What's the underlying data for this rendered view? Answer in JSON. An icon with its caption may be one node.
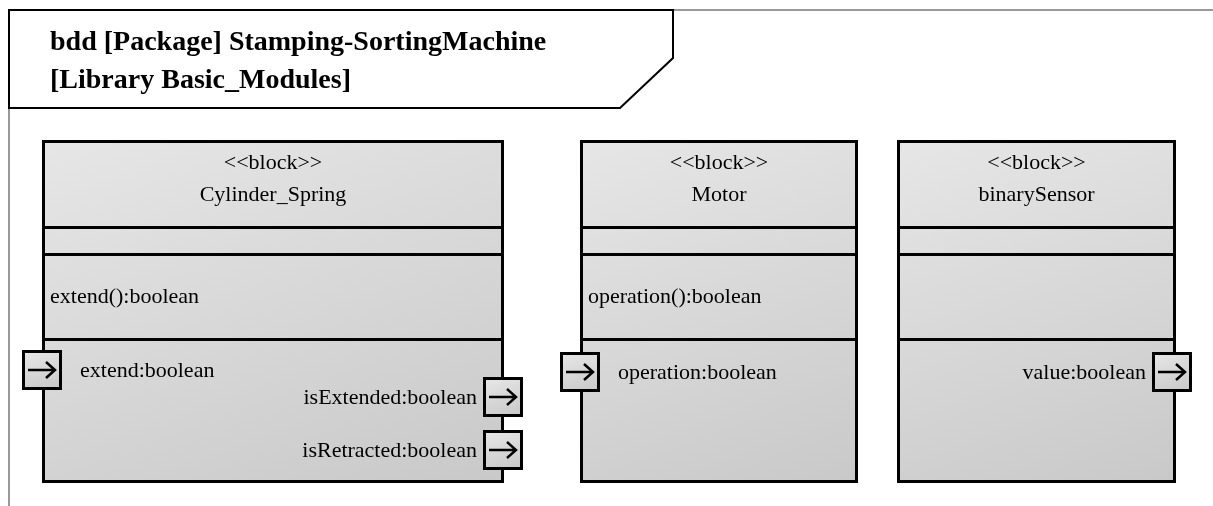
{
  "diagram": {
    "title": "bdd [Package] Stamping-SortingMachine [Library Basic_Modules]",
    "nodes": [
      {
        "text": [
          "<<block>>",
          "Cylinder_Spring",
          "extend():boolean"
        ]
      },
      {
        "text": [
          "<<block>>",
          "Motor",
          "operation():boolean"
        ]
      },
      {
        "text": [
          "<<block>>",
          "binarySensor"
        ]
      },
      {
        "text": [],
        "shape": "box",
        "in": 0,
        "beside": [
          "extend:boolean"
        ]
      },
      {
        "text": [],
        "shape": "box",
        "in": 0,
        "beside": [
          "isExtended:boolean"
        ]
      },
      {
        "text": [],
        "shape": "box",
        "in": 0,
        "beside": [
          "isRetracted:boolean"
        ]
      },
      {
        "text": [],
        "shape": "box",
        "in": 1,
        "beside": [
          "operation:boolean"
        ]
      },
      {
        "text": [],
        "shape": "box",
        "in": 2,
        "beside": [
          "value:boolean"
        ]
      }
    ]
  }
}
